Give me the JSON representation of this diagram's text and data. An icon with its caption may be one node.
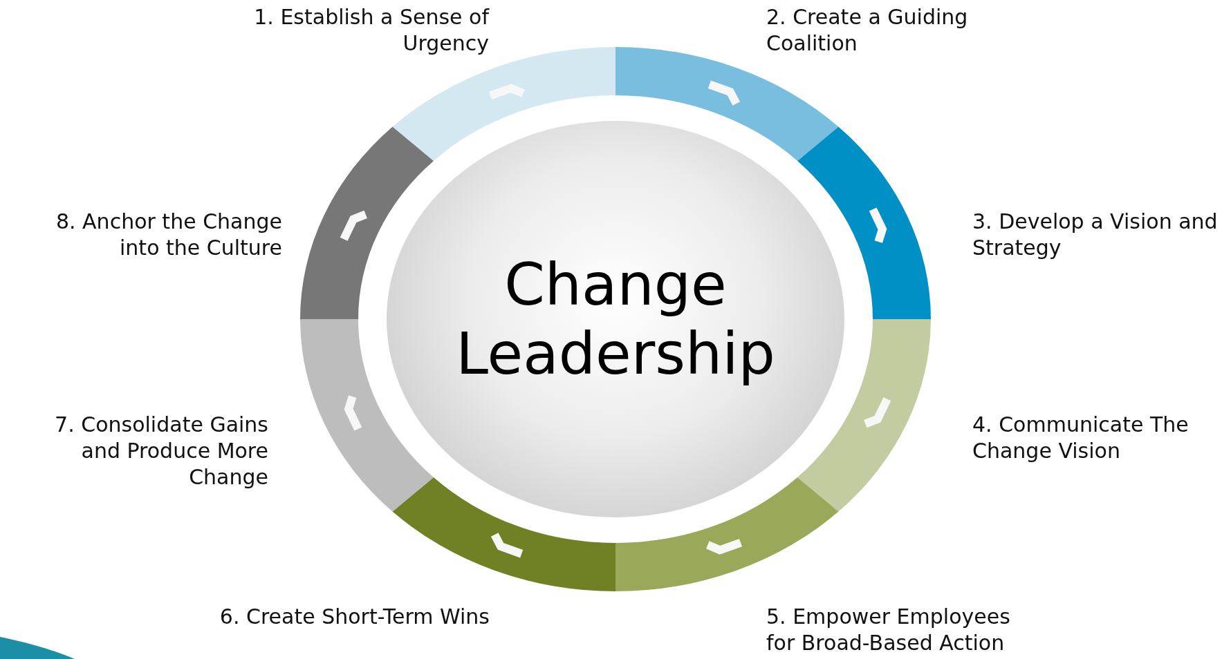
{
  "diagram": {
    "nodes": [
      {
        "text": [
          "1. Establish a Sense of Urgency"
        ]
      },
      {
        "text": [
          "2. Create a Guiding Coalition"
        ]
      },
      {
        "text": [
          "3. Develop a Vision and Strategy"
        ]
      },
      {
        "text": [
          "4. Communicate The Change Vision"
        ]
      },
      {
        "text": [
          "5. Empower Employees for Broad-Based Action"
        ]
      },
      {
        "text": [
          "6. Create Short-Term Wins"
        ]
      },
      {
        "text": [
          "7. Consolidate Gains and Produce More Change"
        ]
      },
      {
        "text": [
          "8. Anchor the Change into the Culture"
        ]
      },
      {
        "text": [
          "Change Leadership"
        ]
      }
    ]
  }
}
